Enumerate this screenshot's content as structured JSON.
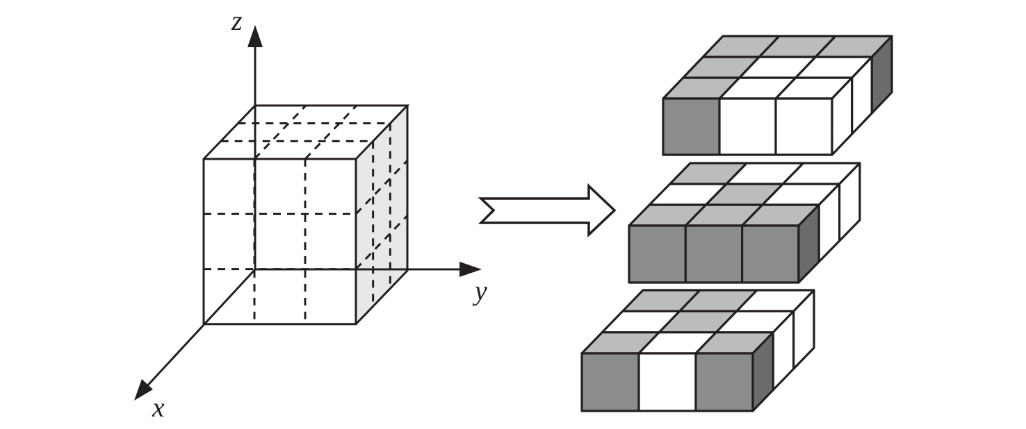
{
  "axes": {
    "x_label": "x",
    "y_label": "y",
    "z_label": "z"
  },
  "colors": {
    "stroke": "#231f20",
    "cube_side": "#e8e8e8",
    "top_gray": "#bcbcbc",
    "front_gray": "#8c8c8c",
    "side_gray": "#6b6b6b",
    "white": "#ffffff"
  },
  "layers": [
    {
      "name": "top-layer",
      "top_rows_front_to_back": [
        [
          "G",
          "W",
          "W"
        ],
        [
          "G",
          "W",
          "W"
        ],
        [
          "G",
          "G",
          "G"
        ]
      ],
      "front": [
        "D",
        "W",
        "W"
      ],
      "side_front_to_back": [
        "W",
        "W",
        "S"
      ]
    },
    {
      "name": "middle-layer",
      "top_rows_front_to_back": [
        [
          "G",
          "G",
          "G"
        ],
        [
          "W",
          "G",
          "W"
        ],
        [
          "G",
          "W",
          "W"
        ]
      ],
      "front": [
        "D",
        "D",
        "D"
      ],
      "side_front_to_back": [
        "S",
        "W",
        "W"
      ]
    },
    {
      "name": "bottom-layer",
      "top_rows_front_to_back": [
        [
          "G",
          "W",
          "G"
        ],
        [
          "W",
          "G",
          "W"
        ],
        [
          "G",
          "G",
          "W"
        ]
      ],
      "front": [
        "D",
        "W",
        "D"
      ],
      "side_front_to_back": [
        "S",
        "W",
        "W"
      ]
    }
  ]
}
